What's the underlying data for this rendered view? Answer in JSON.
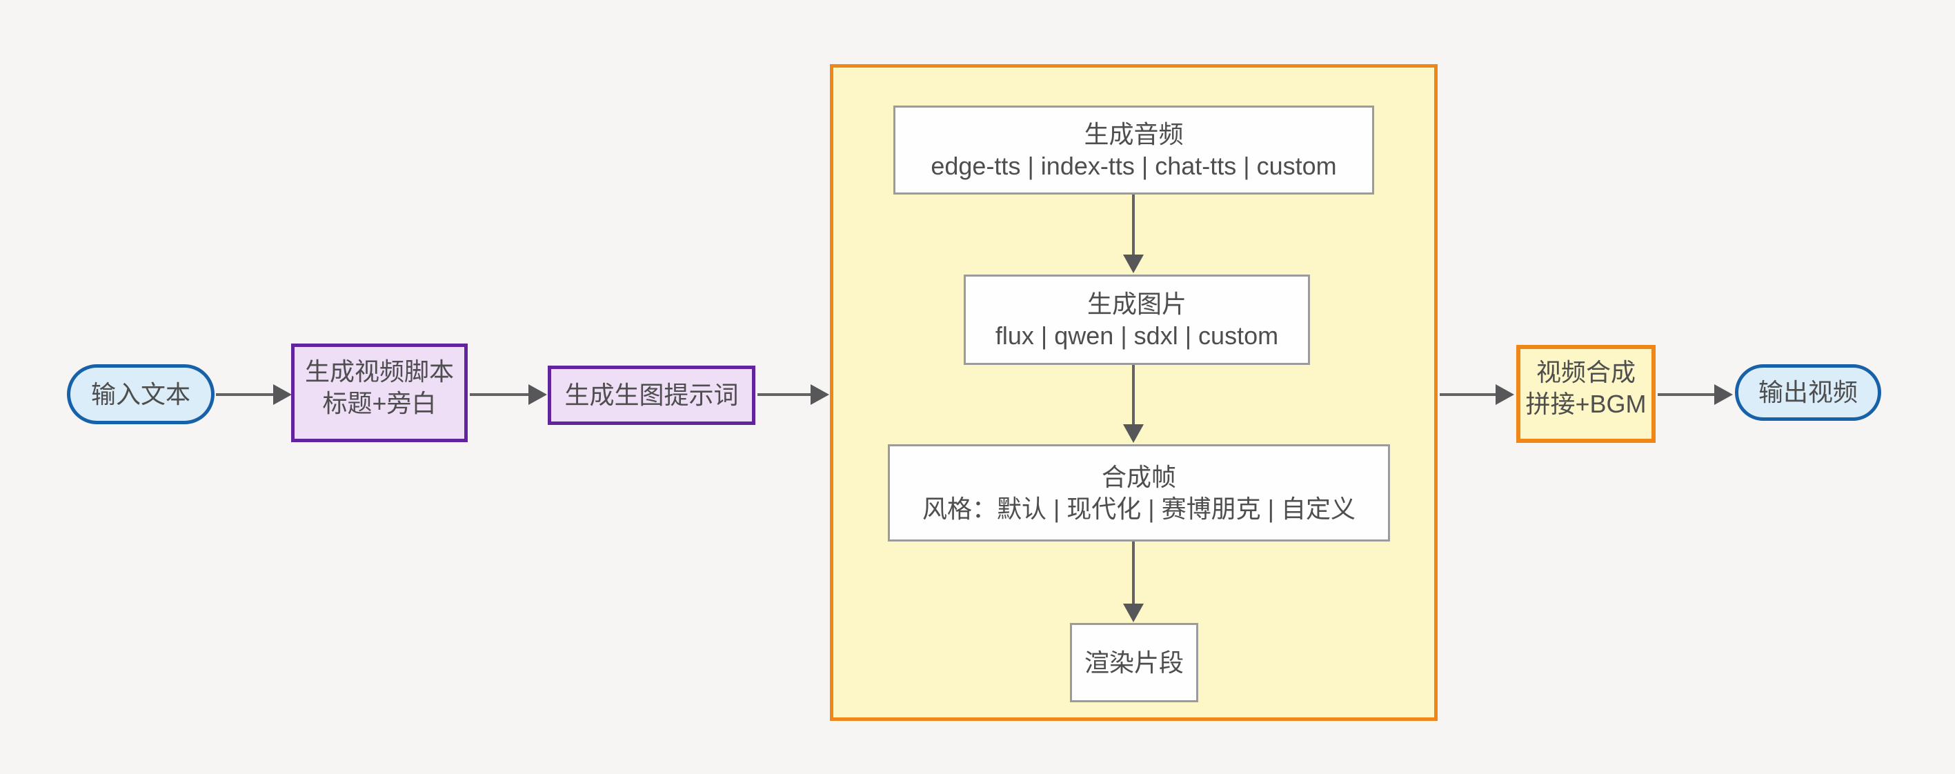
{
  "diagram": {
    "title": "text-to-video generation pipeline flowchart",
    "colors": {
      "background": "#f6f5f3",
      "node_text": "#4e4e4e",
      "arrow": "#5e5e5e",
      "pill_fill": "#dcedfa",
      "pill_border": "#1761a8",
      "purple_fill": "#eedef6",
      "purple_border": "#61249c",
      "container_fill": "#fdf6c6",
      "container_border": "#ef8616",
      "white_box_fill": "#fefefe",
      "white_box_border": "#9b9b9b"
    },
    "nodes": {
      "input": {
        "label": "输入文本"
      },
      "script": {
        "line1": "生成视频脚本",
        "line2": "标题+旁白"
      },
      "prompt": {
        "label": "生成生图提示词"
      },
      "audio": {
        "line1": "生成音频",
        "line2": "edge-tts | index-tts | chat-tts | custom"
      },
      "image": {
        "line1": "生成图片",
        "line2": "flux | qwen | sdxl | custom"
      },
      "frame": {
        "line1": "合成帧",
        "line2": "风格：默认 | 现代化 | 赛博朋克 | 自定义"
      },
      "render": {
        "label": "渲染片段"
      },
      "compose": {
        "line1": "视频合成",
        "line2": "拼接+BGM"
      },
      "output": {
        "label": "输出视频"
      }
    },
    "edges": [
      "input->script",
      "script->prompt",
      "prompt->subgraph",
      "audio->image",
      "image->frame",
      "frame->render",
      "subgraph->compose",
      "compose->output"
    ]
  }
}
